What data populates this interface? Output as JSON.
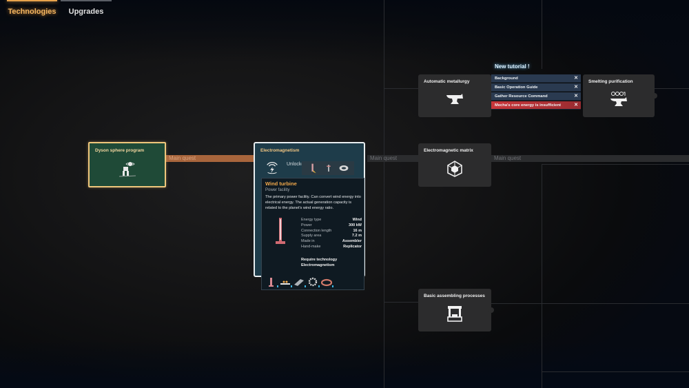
{
  "tabs": [
    {
      "label": "Technologies",
      "active": true
    },
    {
      "label": "Upgrades",
      "active": false
    }
  ],
  "connections": {
    "main_quest_label": "Main quest"
  },
  "nodes": {
    "dyson": {
      "title": "Dyson sphere program",
      "icon": "mecha-icon",
      "state": "researched"
    },
    "electromagnetism": {
      "title": "Electromagnetism",
      "icon": "wind-power-icon",
      "unlocked_label": "Unlocked",
      "unlocked_items": [
        "wind-turbine-icon",
        "tesla-tower-icon",
        "magnet-ring-icon"
      ]
    },
    "automatic_metallurgy": {
      "title": "Automatic metallurgy",
      "icon": "anvil-icon"
    },
    "smelting_purification": {
      "title": "Smelting purification",
      "icon": "anvil-molecule-icon"
    },
    "electromagnetic_matrix": {
      "title": "Electromagnetic matrix",
      "icon": "matrix-cube-icon"
    },
    "basic_assembling": {
      "title": "Basic assembling processes",
      "icon": "assembler-icon"
    }
  },
  "tooltip": {
    "title": "Wind turbine",
    "subtitle": "Power facility",
    "description": "The primary power facility. Can convert wind energy into electrical energy. The actual generation capacity is related to the planet's wind energy ratio.",
    "stats": [
      {
        "label": "Energy type",
        "value": "Wind"
      },
      {
        "label": "Power",
        "value": "300 kW"
      },
      {
        "label": "Connection length",
        "value": "16 m"
      },
      {
        "label": "Supply area",
        "value": "7.2 m"
      },
      {
        "label": "Made in",
        "value": "Assembler"
      },
      {
        "label": "Hand-make",
        "value": "Replicator"
      }
    ],
    "require_label": "Require technology",
    "require_value": "Electromagnetism",
    "recipe": [
      "wind-turbine-icon",
      "smelter-icon",
      "iron-plate-icon",
      "gear-icon",
      "magnetic-coil-icon"
    ]
  },
  "tutorial": {
    "title": "New tutorial !",
    "items": [
      {
        "label": "Background",
        "alert": false
      },
      {
        "label": "Basic Operation Guide",
        "alert": false
      },
      {
        "label": "Gather Resource Command",
        "alert": false
      },
      {
        "label": "Mecha's core energy is insufficient",
        "alert": true
      }
    ],
    "close_glyph": "✕"
  },
  "colors": {
    "accent_orange": "#e8a34c",
    "researched_green": "#1f4a37",
    "alert_red": "#c9363a",
    "tutorial_blue": "#2a3a50"
  }
}
